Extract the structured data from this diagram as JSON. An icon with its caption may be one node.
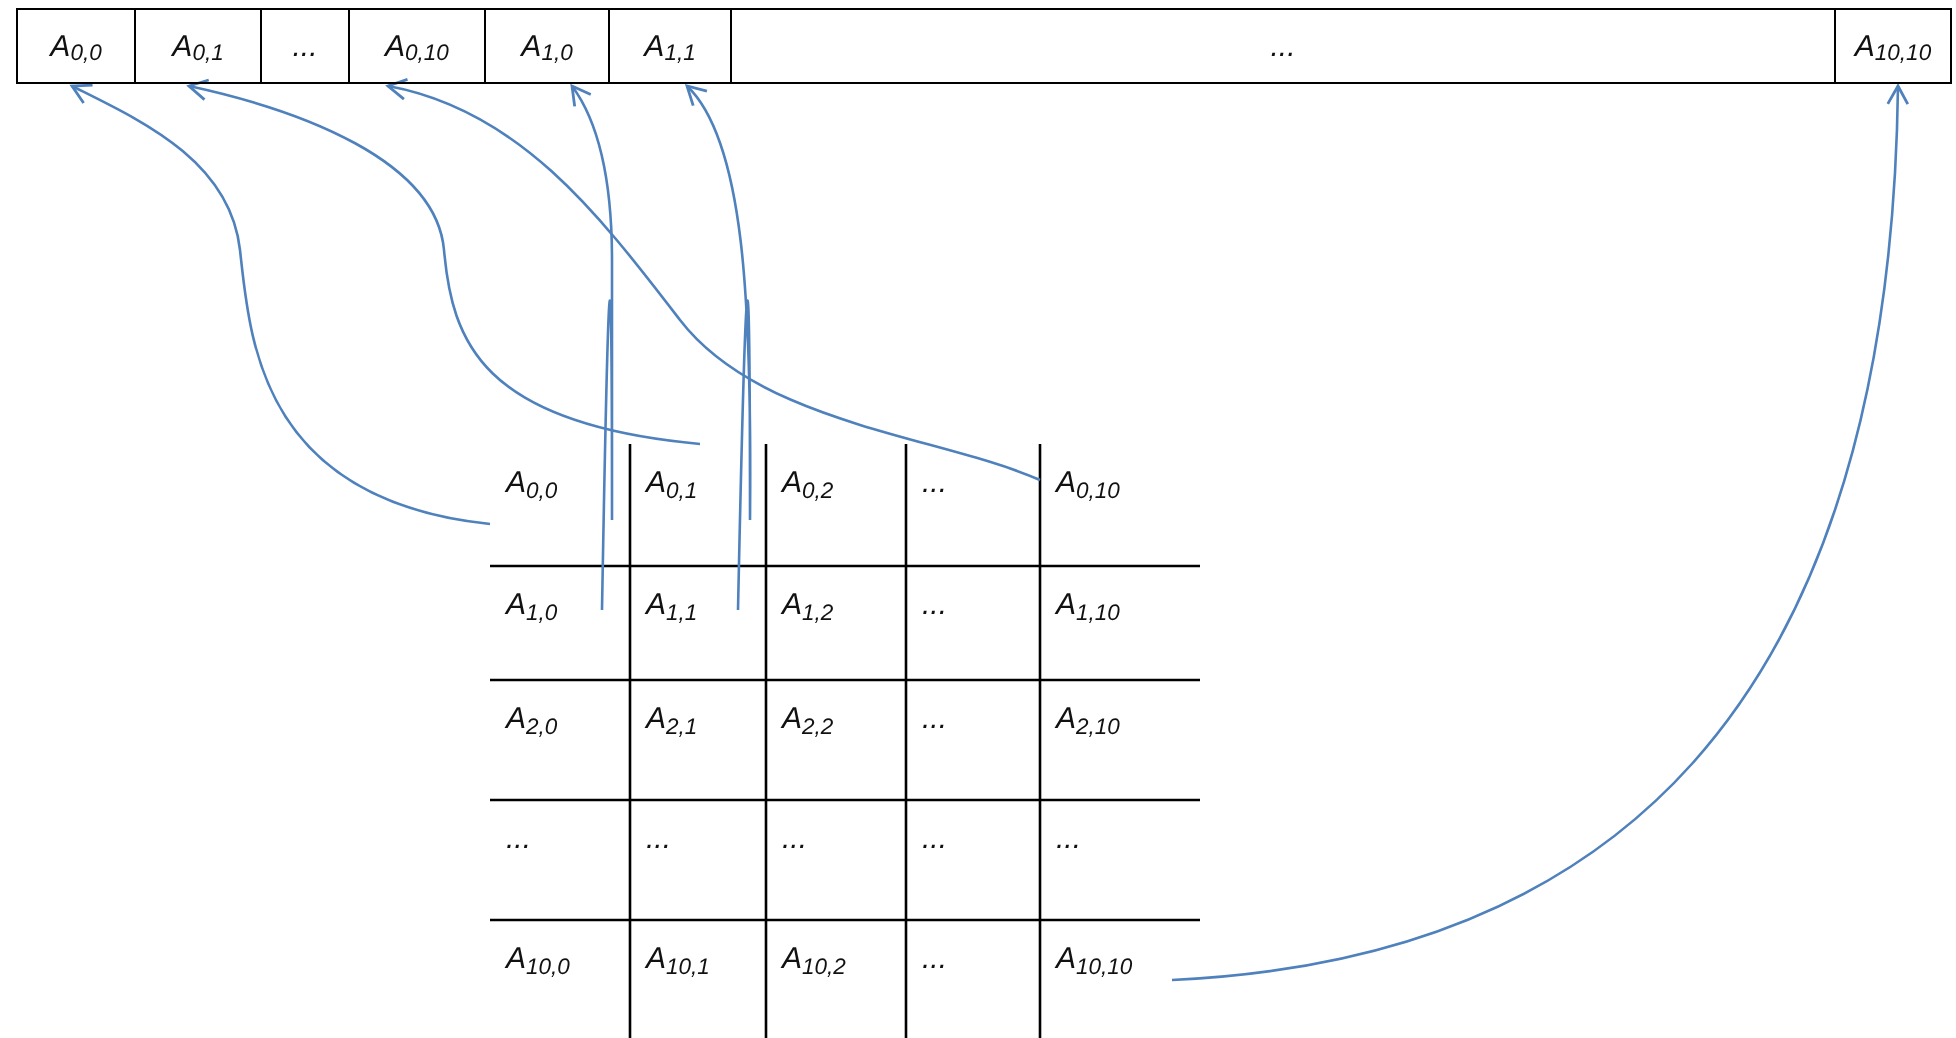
{
  "diagram": {
    "nodes": [
      {
        "text": [
          "A$_{0,0}$"
        ]
      },
      {
        "text": [
          "A$_{0,1}$"
        ]
      },
      {
        "text": [
          "..."
        ]
      },
      {
        "text": [
          "A$_{0,10}$"
        ]
      },
      {
        "text": [
          "A$_{1,0}$"
        ]
      },
      {
        "text": [
          "A$_{1,1}$"
        ]
      },
      {
        "text": [
          "..."
        ]
      },
      {
        "text": [
          "A$_{10,10}$"
        ]
      },
      {
        "text": [
          "A$_{0,0}$"
        ]
      },
      {
        "text": [
          "A$_{0,1}$"
        ]
      },
      {
        "text": [
          "A$_{0,2}$"
        ]
      },
      {
        "text": [
          "..."
        ]
      },
      {
        "text": [
          "A$_{0,10}$"
        ]
      },
      {
        "text": [
          "A$_{1,0}$"
        ]
      },
      {
        "text": [
          "A$_{1,1}$"
        ]
      },
      {
        "text": [
          "A$_{1,2}$"
        ]
      },
      {
        "text": [
          "..."
        ]
      },
      {
        "text": [
          "A$_{1,10}$"
        ]
      },
      {
        "text": [
          "A$_{2,0}$"
        ]
      },
      {
        "text": [
          "A$_{2,1}$"
        ]
      },
      {
        "text": [
          "A$_{2,2}$"
        ]
      },
      {
        "text": [
          "..."
        ]
      },
      {
        "text": [
          "A$_{2,10}$"
        ]
      },
      {
        "text": [
          "..."
        ]
      },
      {
        "text": [
          "..."
        ]
      },
      {
        "text": [
          "..."
        ]
      },
      {
        "text": [
          "..."
        ]
      },
      {
        "text": [
          "..."
        ]
      },
      {
        "text": [
          "A$_{10,0}$"
        ]
      },
      {
        "text": [
          "A$_{10,1}$"
        ]
      },
      {
        "text": [
          "A$_{10,2}$"
        ]
      },
      {
        "text": [
          "..."
        ]
      },
      {
        "text": [
          "A$_{10,10}$"
        ]
      }
    ],
    "edges": [
      {
        "from": 8,
        "to": 0,
        "arrow": "to"
      },
      {
        "from": 9,
        "to": 1,
        "arrow": "to"
      },
      {
        "from": 12,
        "to": 3,
        "arrow": "to"
      },
      {
        "from": 13,
        "to": 4,
        "arrow": "to"
      },
      {
        "from": 14,
        "to": 5,
        "arrow": "to"
      },
      {
        "from": 32,
        "to": 7,
        "arrow": "to"
      }
    ]
  }
}
